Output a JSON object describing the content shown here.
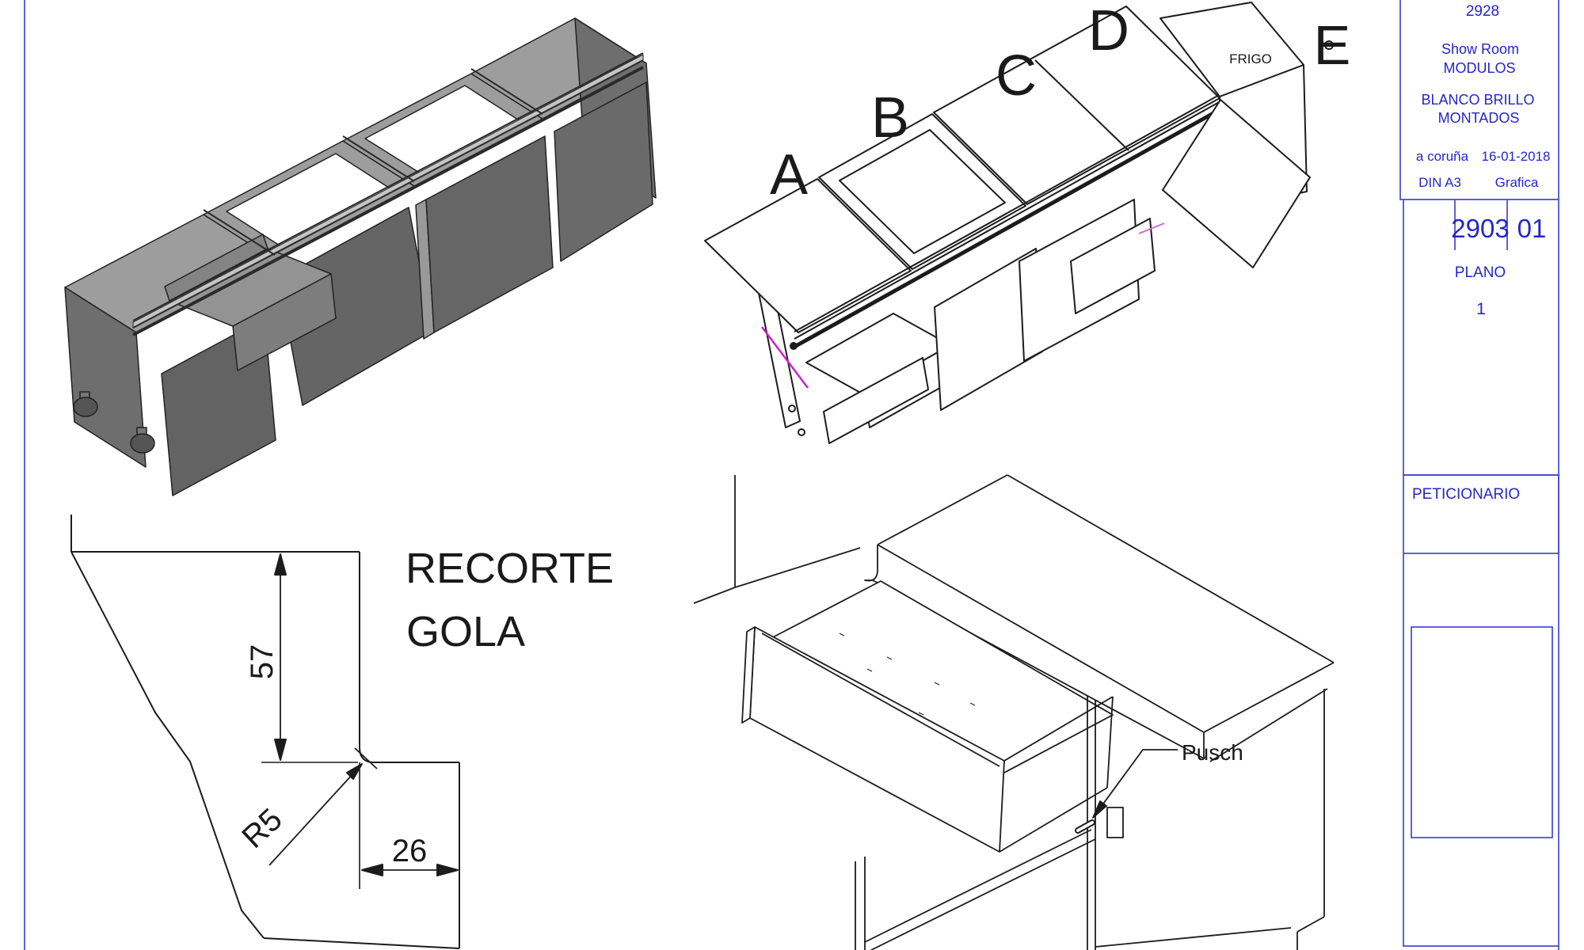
{
  "page": {
    "background": "#ffffff",
    "frame_color": "#4747cd",
    "blue_text_color": "#2626c9",
    "line_color": "#1c1c1c",
    "accent_magenta": "#cf1fcf"
  },
  "module_labels": {
    "a": "A",
    "b": "B",
    "c": "C",
    "d": "D",
    "e": "E"
  },
  "frigo_label": "FRIGO",
  "detail": {
    "title_line1": "RECORTE",
    "title_line2": "GOLA",
    "dim_height": "57",
    "dim_radius": "R5",
    "dim_width": "26"
  },
  "cabinet": {
    "pusch_label": "Pusch"
  },
  "title_block": {
    "order_number": "2928",
    "project_line1": "Show Room",
    "project_line2": "MODULOS",
    "finish_line1": "BLANCO BRILLO",
    "finish_line2": "MONTADOS",
    "city": "a coruña",
    "date": "16-01-2018",
    "paper": "DIN A3",
    "style": "Grafica",
    "drawing_number": "2903",
    "revision": "01",
    "plano_label": "PLANO",
    "plano_number": "1",
    "peticionario_label": "PETICIONARIO"
  }
}
